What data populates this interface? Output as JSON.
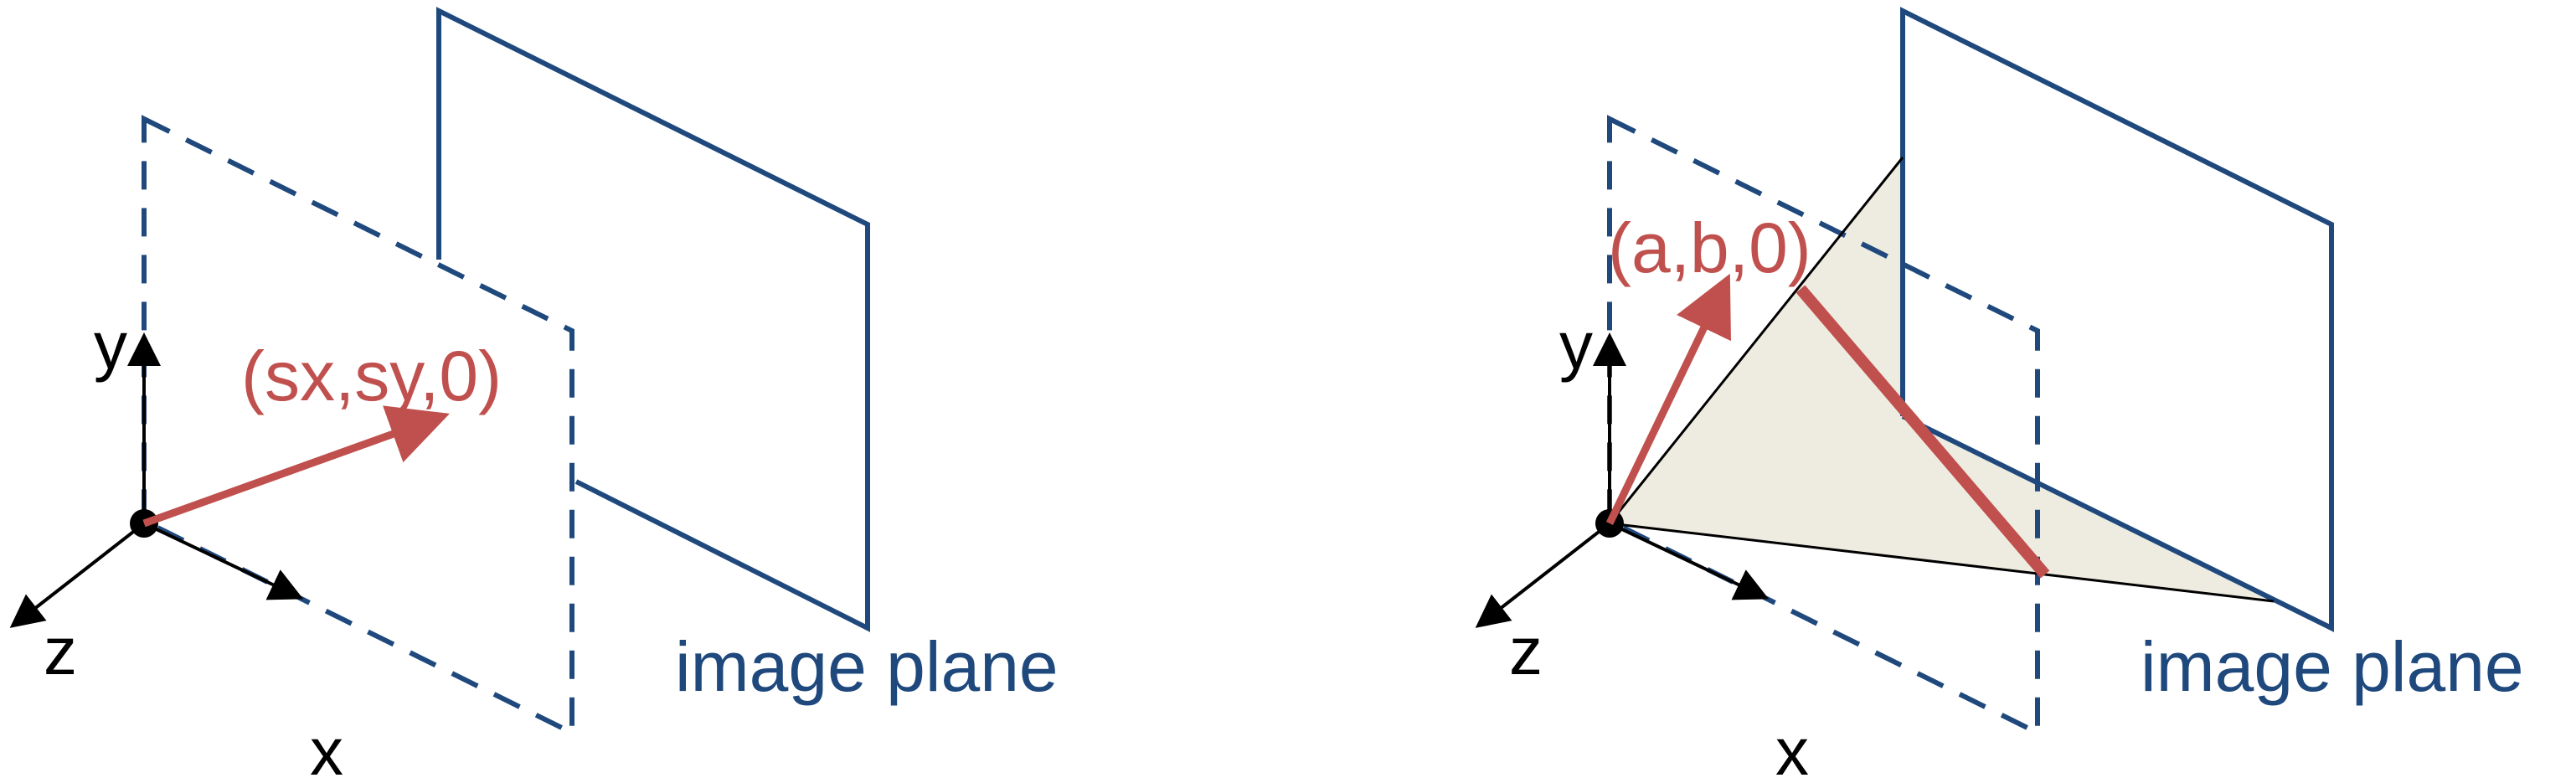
{
  "colors": {
    "plane": "#1f497d",
    "vector": "#c0504d",
    "axis": "#000000",
    "triangle_fill": "#eeebe0"
  },
  "panels": [
    {
      "axis_labels": {
        "x": "x",
        "y": "y",
        "z": "z"
      },
      "vector_label": "(sx,sy,0)",
      "plane_label": "image plane"
    },
    {
      "axis_labels": {
        "x": "x",
        "y": "y",
        "z": "z"
      },
      "vector_label": "(a,b,0)",
      "plane_label": "image plane"
    }
  ]
}
